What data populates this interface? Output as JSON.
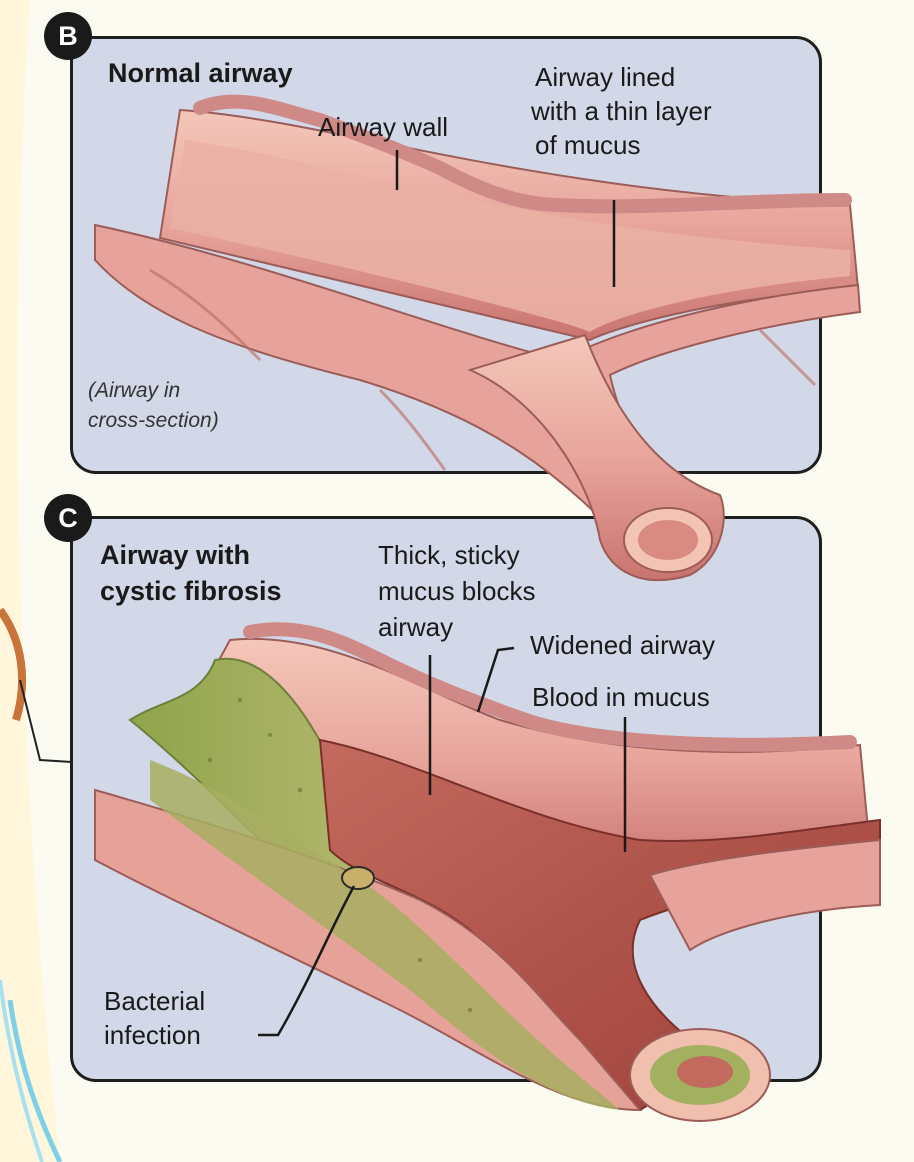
{
  "panel_b": {
    "badge": "B",
    "title": "Normal airway",
    "labels": {
      "airway_wall": "Airway wall",
      "mucus_lining": [
        "Airway lined",
        "with a thin layer",
        "of mucus"
      ],
      "cross_section": [
        "(Airway in",
        "cross-section)"
      ]
    }
  },
  "panel_c": {
    "badge": "C",
    "title": [
      "Airway with",
      "cystic fibrosis"
    ],
    "labels": {
      "thick_mucus": [
        "Thick, sticky",
        "mucus blocks",
        "airway"
      ],
      "widened_airway": "Widened airway",
      "blood_in_mucus": "Blood in mucus",
      "bacterial_infection": [
        "Bacterial",
        "infection"
      ]
    }
  },
  "colors": {
    "panel_bg": "#d2d8e7",
    "tissue_pink": "#e9a3a1",
    "tissue_light": "#f6cbbf",
    "mucus_green": "#9aaa55",
    "blood_red": "#b8514a"
  }
}
